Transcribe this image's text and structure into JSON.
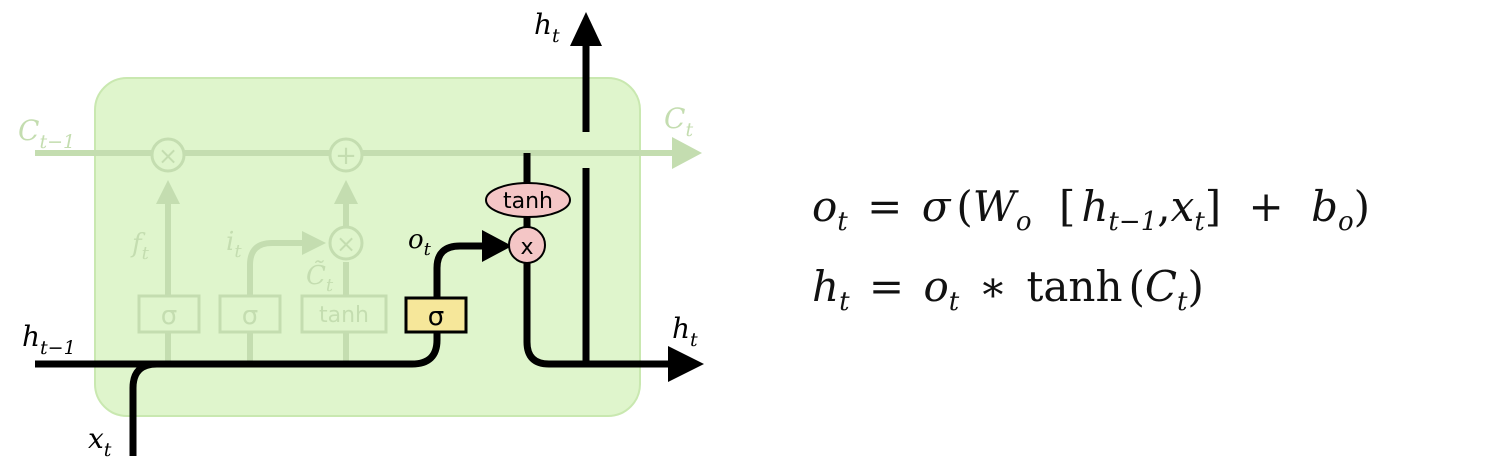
{
  "diagram": {
    "labels": {
      "c_prev": {
        "base": "C",
        "sub": "t−1"
      },
      "c_t": {
        "base": "C",
        "sub": "t"
      },
      "h_prev": {
        "base": "h",
        "sub": "t−1"
      },
      "h_t_top": {
        "base": "h",
        "sub": "t"
      },
      "h_t_right": {
        "base": "h",
        "sub": "t"
      },
      "x_t": {
        "base": "x",
        "sub": "t"
      },
      "f_t": {
        "base": "f",
        "sub": "t"
      },
      "i_t": {
        "base": "i",
        "sub": "t"
      },
      "c_tilde": {
        "base": "C̃",
        "sub": "t"
      },
      "o_t": {
        "base": "o",
        "sub": "t"
      }
    },
    "gates": {
      "forget_sigma": "σ",
      "input_sigma": "σ",
      "candidate_tanh": "tanh",
      "output_sigma": "σ",
      "cell_tanh": "tanh"
    },
    "ops": {
      "forget_mult": "×",
      "cell_add": "+",
      "input_mult": "×",
      "output_mult": "x"
    },
    "colors": {
      "cell_background": "#dff5cc",
      "cell_border": "#c9e8b0",
      "faded": "#c4ddb0",
      "active_line": "#000000",
      "output_gate_fill": "#f6e79a",
      "pointwise_fill": "#f4c6c6"
    }
  },
  "equations": {
    "o_t": {
      "lhs": "o",
      "lhs_sub": "t",
      "eq": "=",
      "sigma": "σ",
      "lparen": "(",
      "W": "W",
      "W_sub": "o",
      "lbrack": "[",
      "h": "h",
      "h_sub": "t−1",
      "comma": ",",
      "x": "x",
      "x_sub": "t",
      "rbrack": "]",
      "plus": "+",
      "b": "b",
      "b_sub": "o",
      "rparen": ")"
    },
    "h_t": {
      "lhs": "h",
      "lhs_sub": "t",
      "eq": "=",
      "o": "o",
      "o_sub": "t",
      "star": "∗",
      "tanh": "tanh",
      "lparen": "(",
      "C": "C",
      "C_sub": "t",
      "rparen": ")"
    }
  }
}
